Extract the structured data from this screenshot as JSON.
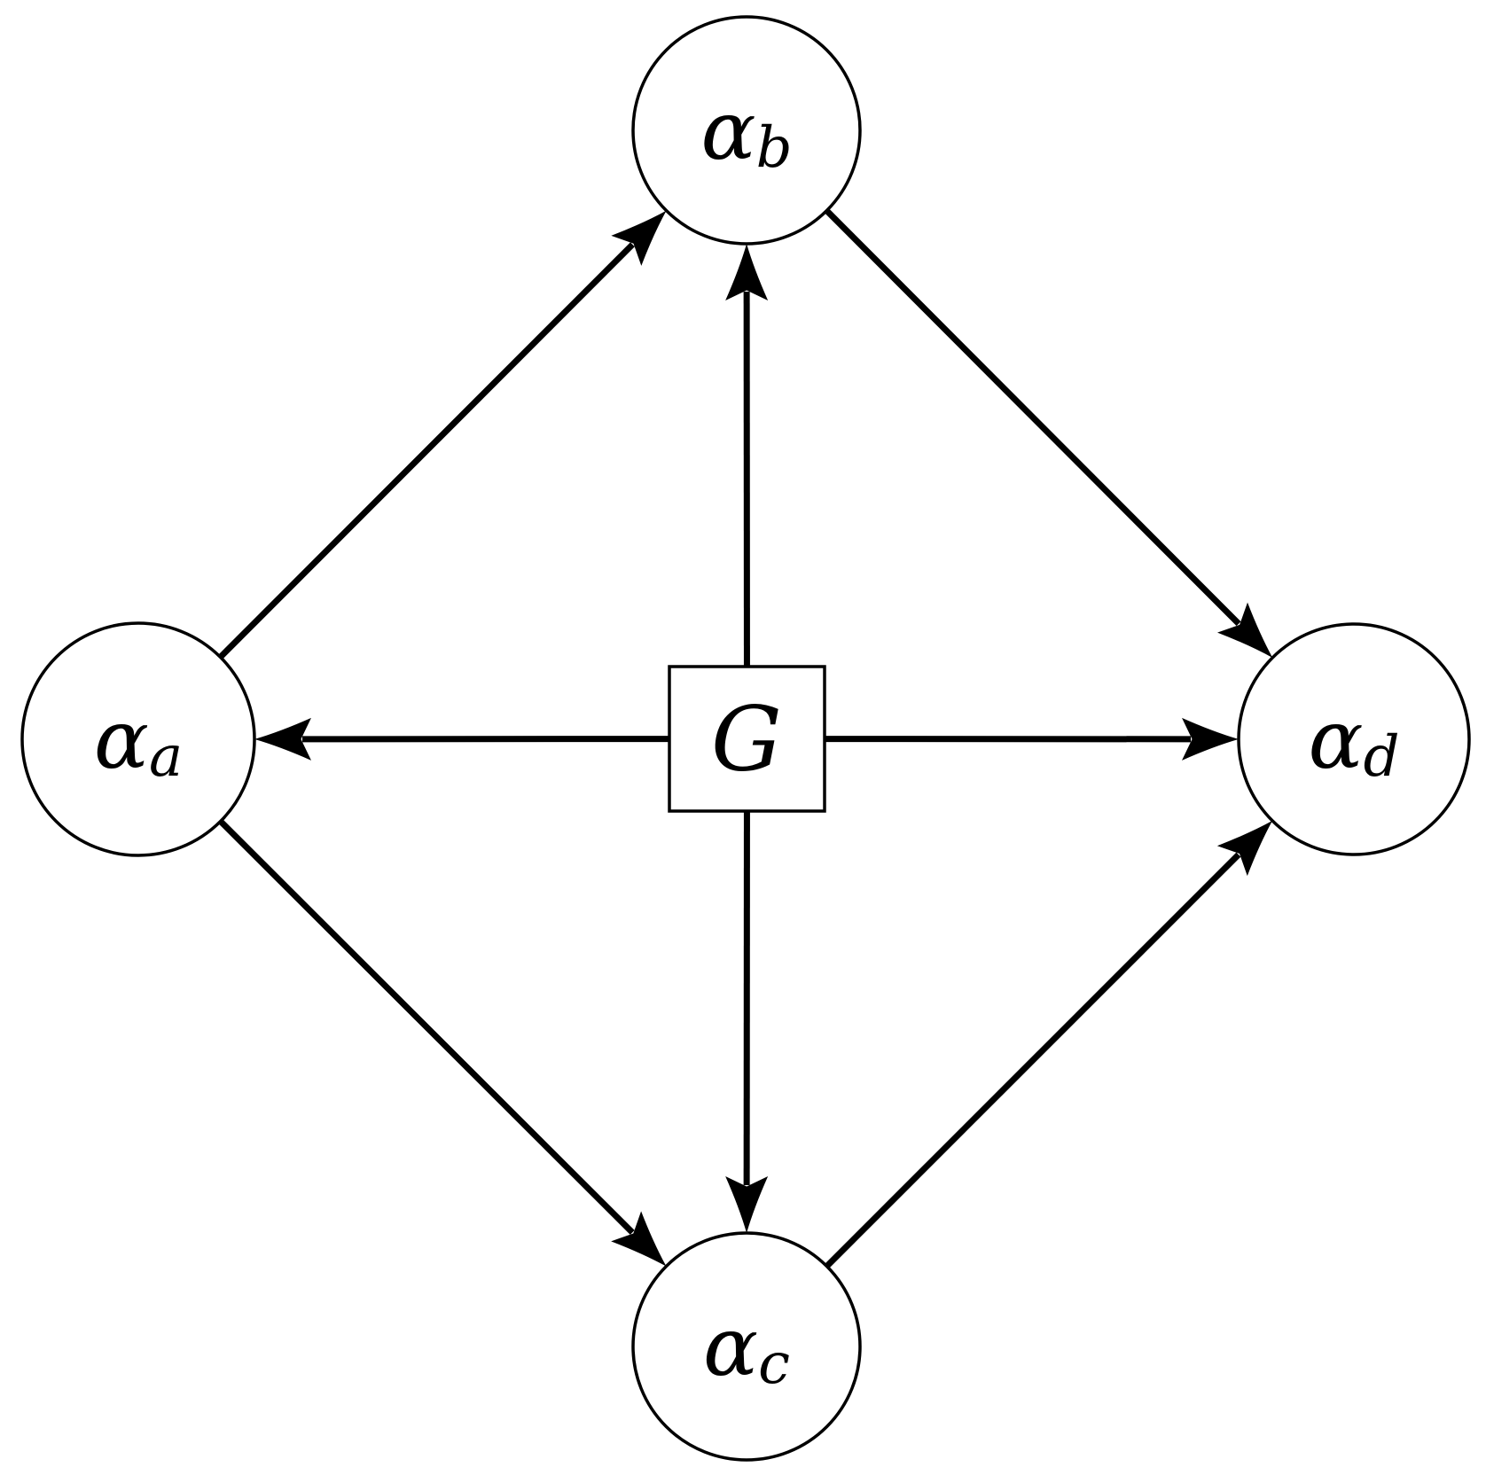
{
  "nodes": [
    {
      "id": "a",
      "symbol": "α",
      "subscript": "a",
      "shape": "circle"
    },
    {
      "id": "b",
      "symbol": "α",
      "subscript": "b",
      "shape": "circle"
    },
    {
      "id": "c",
      "symbol": "α",
      "subscript": "c",
      "shape": "circle"
    },
    {
      "id": "d",
      "symbol": "α",
      "subscript": "d",
      "shape": "circle"
    }
  ],
  "center": {
    "id": "G",
    "label": "G",
    "shape": "square"
  },
  "edges": [
    {
      "from": "G",
      "to": "a"
    },
    {
      "from": "G",
      "to": "b"
    },
    {
      "from": "G",
      "to": "c"
    },
    {
      "from": "G",
      "to": "d"
    },
    {
      "from": "a",
      "to": "b"
    },
    {
      "from": "a",
      "to": "c"
    },
    {
      "from": "b",
      "to": "d"
    },
    {
      "from": "c",
      "to": "d"
    }
  ],
  "colors": {
    "stroke": "#000000",
    "fill": "#ffffff"
  }
}
